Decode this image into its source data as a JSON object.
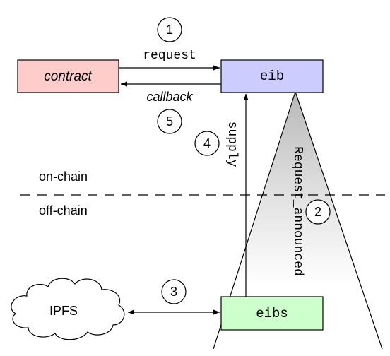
{
  "nodes": {
    "contract": {
      "label": "contract",
      "fill": "#ffcccc"
    },
    "eib": {
      "label": "eib",
      "fill": "#ccccff"
    },
    "eibs": {
      "label": "eibs",
      "fill": "#ccffcc"
    },
    "ipfs": {
      "label": "IPFS"
    }
  },
  "edges": {
    "request": "request",
    "callback": "callback",
    "supply": "supply",
    "request_announced": "Request_announced"
  },
  "steps": [
    "1",
    "2",
    "3",
    "4",
    "5"
  ],
  "zones": {
    "on_chain": "on-chain",
    "off_chain": "off-chain"
  }
}
